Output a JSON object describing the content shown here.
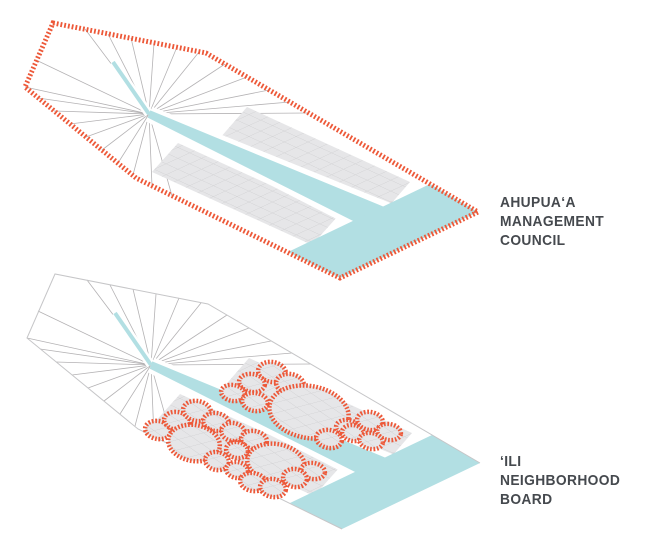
{
  "background": "#ffffff",
  "diagrams": [
    {
      "id": "ahupuaa-management-council",
      "label_lines": [
        "AHUPUA‘A",
        "MANAGEMENT",
        "COUNCIL"
      ]
    },
    {
      "id": "ili-neighborhood-board",
      "label_lines": [
        "‘ILI",
        "NEIGHBORHOOD",
        "BOARD"
      ]
    }
  ],
  "colors": {
    "boundary_orange": "#ed5838",
    "water_teal": "#b2dfe3",
    "field_gray": "#e6e6e8",
    "field_grid_line": "#cfcfd1",
    "ridge_line": "#b4b2b4",
    "outline_gray": "#c6c6c8",
    "label_text": "#45494e",
    "land_white": "#ffffff"
  }
}
